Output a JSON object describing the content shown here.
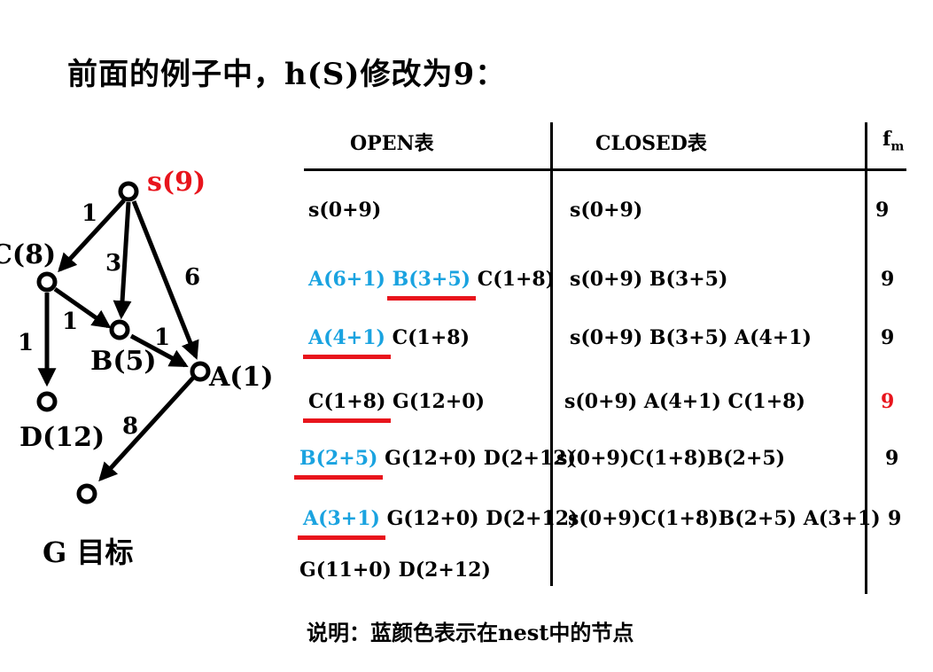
{
  "title": "前面的例子中，h(S)修改为9：",
  "headers": {
    "open": "OPEN表",
    "closed": "CLOSED表",
    "fm": "f",
    "fm_sub": "m"
  },
  "graph": {
    "nodes": {
      "s": "s(9)",
      "c": "C(8)",
      "b": "B(5)",
      "a": "A(1)",
      "d": "D(12)",
      "g": "G 目标"
    },
    "weights": {
      "s_c": "1",
      "s_b": "3",
      "s_a": "6",
      "c_b": "1",
      "c_d": "1",
      "b_a": "1",
      "a_g": "8"
    }
  },
  "rows": [
    {
      "open": [
        {
          "t": "s(0+9)"
        }
      ],
      "closed": "s(0+9)",
      "fm": "9"
    },
    {
      "open": [
        {
          "t": "A(6+1)",
          "blue": true
        },
        {
          "t": "B(3+5)",
          "blue": true,
          "underline": true
        },
        {
          "t": "C(1+8)"
        }
      ],
      "closed": "s(0+9) B(3+5)",
      "fm": "9"
    },
    {
      "open": [
        {
          "t": "A(4+1)",
          "blue": true,
          "underline": true
        },
        {
          "t": "C(1+8)"
        }
      ],
      "closed": "s(0+9) B(3+5) A(4+1)",
      "fm": "9"
    },
    {
      "open": [
        {
          "t": "C(1+8)",
          "underline": true
        },
        {
          "t": "G(12+0)"
        }
      ],
      "closed": "s(0+9) A(4+1) C(1+8)",
      "fm": "9",
      "fm_red": true
    },
    {
      "open": [
        {
          "t": "B(2+5)",
          "blue": true,
          "underline": true
        },
        {
          "t": "G(12+0) D(2+12)"
        }
      ],
      "closed": "s(0+9)C(1+8)B(2+5)",
      "fm": "9"
    },
    {
      "open": [
        {
          "t": "A(3+1)",
          "blue": true,
          "underline": true
        },
        {
          "t": "G(12+0) D(2+12)"
        }
      ],
      "closed": "s(0+9)C(1+8)B(2+5) A(3+1)",
      "fm": "9"
    },
    {
      "open": [
        {
          "t": "G(11+0) D(2+12)"
        }
      ],
      "closed": "",
      "fm": ""
    }
  ],
  "note": "说明：蓝颜色表示在nest中的节点",
  "colors": {
    "blue": "#1aa3e0",
    "red": "#e8141c"
  }
}
